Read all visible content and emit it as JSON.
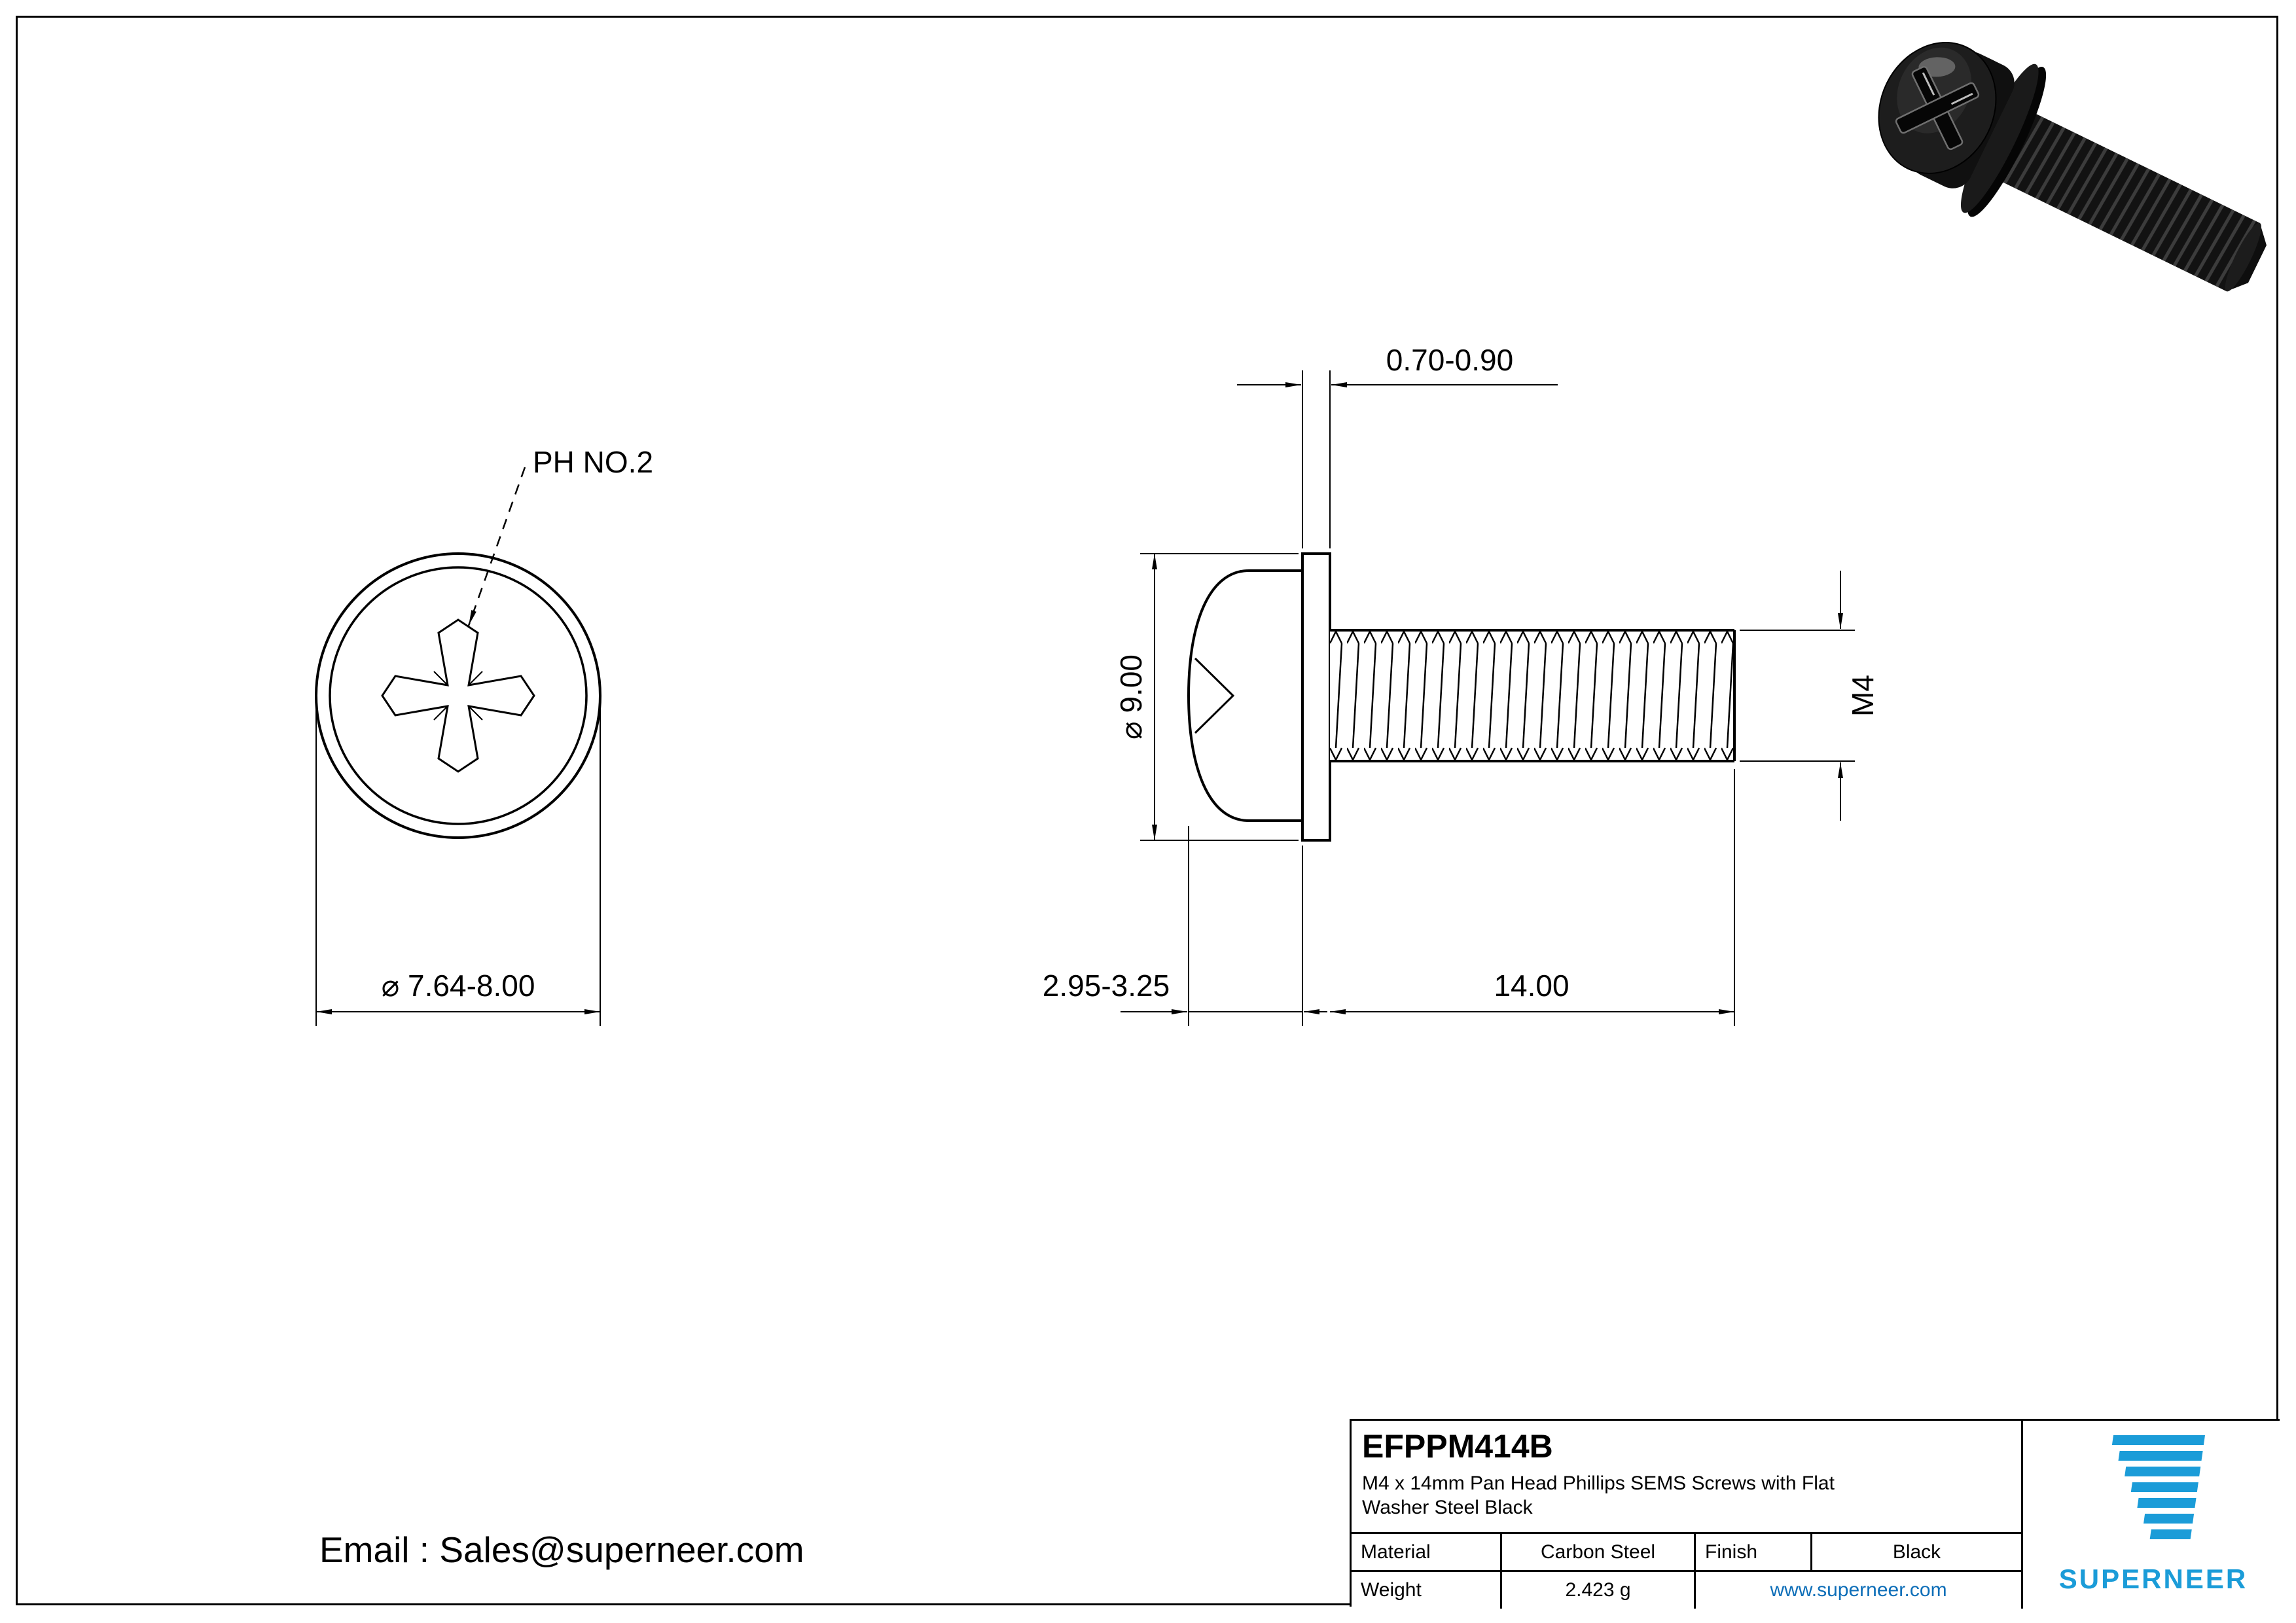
{
  "drawing": {
    "top_view": {
      "leader_label": "PH NO.2",
      "dim_head_dia": "⌀ 7.64-8.00"
    },
    "side_view": {
      "dim_washer_thickness": "0.70-0.90",
      "dim_washer_dia": "⌀ 9.00",
      "dim_head_height": "2.95-3.25",
      "dim_thread_length": "14.00",
      "dim_thread_size": "M4"
    }
  },
  "contact": {
    "email": "Email : Sales@superneer.com"
  },
  "title_block": {
    "part_number": "EFPPM414B",
    "description_line1": "M4 x 14mm Pan Head Phillips SEMS Screws with  Flat",
    "description_line2": "Washer Steel Black",
    "material_label": "Material",
    "material_value": "Carbon Steel",
    "finish_label": "Finish",
    "finish_value": "Black",
    "weight_label": "Weight",
    "weight_value": "2.423 g",
    "website": "www.superneer.com",
    "brand_name": "SUPERNEER"
  },
  "colors": {
    "line": "#000000",
    "logo_blue": "#1b9cd8",
    "link_blue": "#0d6eb8",
    "screw_black": "#141414"
  }
}
